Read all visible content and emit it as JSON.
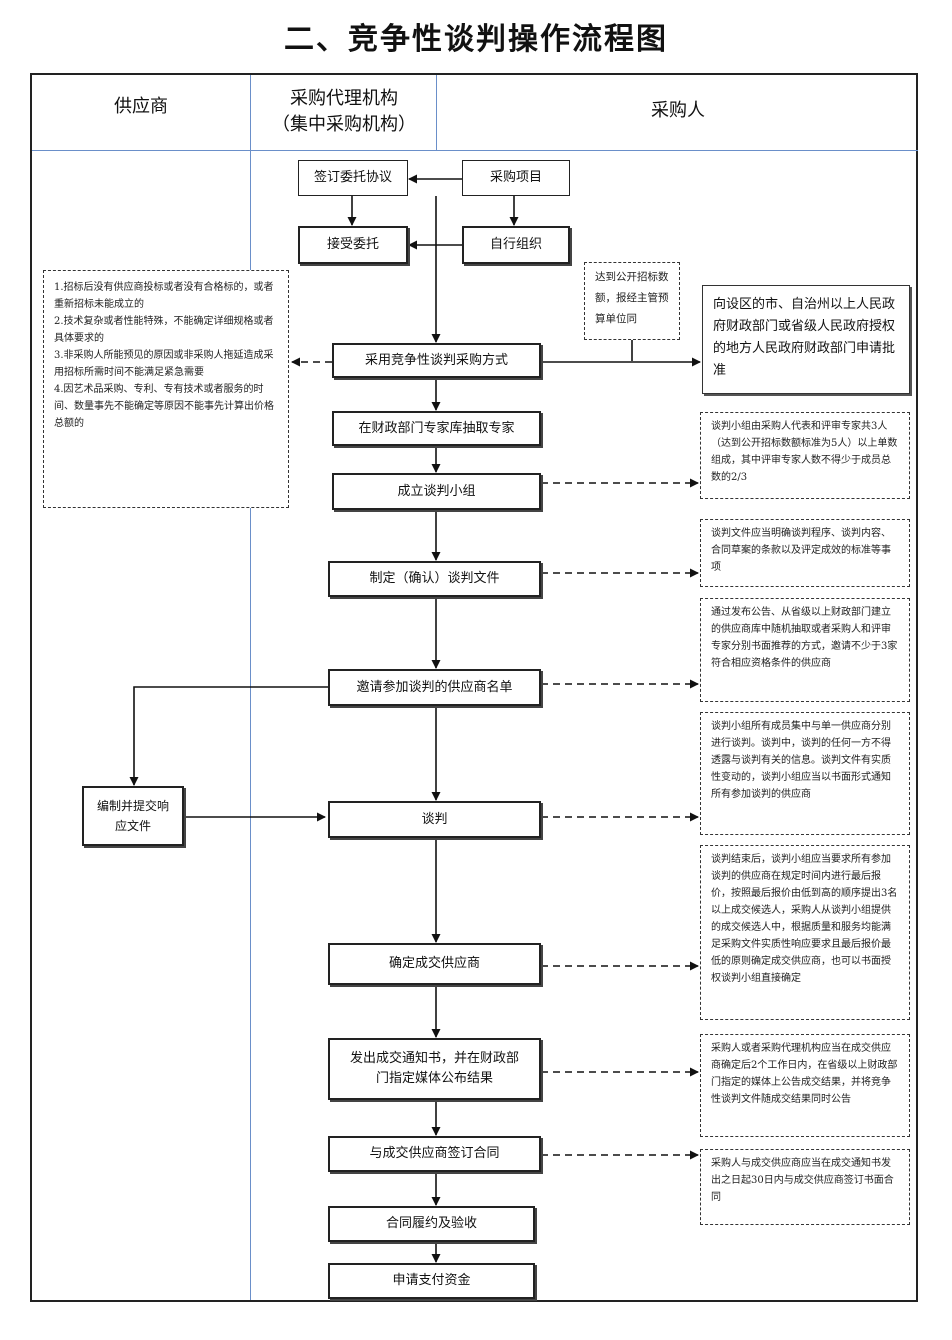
{
  "title": "二、竞争性谈判操作流程图",
  "lanes": {
    "supplier": "供应商",
    "agency_line1": "采购代理机构",
    "agency_line2": "（集中采购机构）",
    "purchaser": "采购人"
  },
  "steps": {
    "sign_agreement": "签订委托协议",
    "purchase_project": "采购项目",
    "accept_commission": "接受委托",
    "self_organize": "自行组织",
    "adopt_method": "采用竞争性谈判采购方式",
    "draw_experts": "在财政部门专家库抽取专家",
    "form_team": "成立谈判小组",
    "prepare_docs": "制定（确认）谈判文件",
    "invite_list": "邀请参加谈判的供应商名单",
    "negotiate": "谈判",
    "determine_supplier": "确定成交供应商",
    "issue_notice": "发出成交通知书，并在财政部门指定媒体公布结果",
    "sign_contract": "与成交供应商签订合同",
    "perform_accept": "合同履约及验收",
    "apply_payment": "申请支付资金",
    "submit_response": "编制并提交响应文件"
  },
  "notes": {
    "conditions": [
      "1.招标后没有供应商投标或者没有合格标的，或者重新招标未能成立的",
      "2.技术复杂或者性能特殊，不能确定详细规格或者具体要求的",
      "3.非采购人所能预见的原因或非采购人拖延造成采用招标所需时间不能满足紧急需要",
      "4.因艺术品采购、专利、专有技术或者服务的时间、数量事先不能确定等原因不能事先计算出价格总额的"
    ],
    "threshold": "达到公开招标数额，报经主管预算单位同",
    "approval": "向设区的市、自治州以上人民政府财政部门或省级人民政府授权的地方人民政府财政部门申请批准",
    "team_composition": "谈判小组由采购人代表和评审专家共3人（达到公开招标数额标准为5人）以上单数组成，其中评审专家人数不得少于成员总数的2/3",
    "doc_content": "谈判文件应当明确谈判程序、谈判内容、合同草案的条款以及评定成效的标准等事项",
    "invite_method": "通过发布公告、从省级以上财政部门建立的供应商库中随机抽取或者采购人和评审专家分别书面推荐的方式，邀请不少于3家符合相应资格条件的供应商",
    "negotiation_rule": "谈判小组所有成员集中与单一供应商分别进行谈判。谈判中，谈判的任何一方不得透露与谈判有关的信息。谈判文件有实质性变动的，谈判小组应当以书面形式通知所有参加谈判的供应商",
    "determination_rule": "谈判结束后，谈判小组应当要求所有参加谈判的供应商在规定时间内进行最后报价，按照最后报价由低到高的顺序提出3名以上成交候选人，采购人从谈判小组提供的成交候选人中，根据质量和服务均能满足采购文件实质性响应要求且最后报价最低的原则确定成交供应商，也可以书面授权谈判小组直接确定",
    "notice_rule": "采购人或者采购代理机构应当在成交供应商确定后2个工作日内，在省级以上财政部门指定的媒体上公告成交结果，并将竞争性谈判文件随成交结果同时公告",
    "contract_rule": "采购人与成交供应商应当在成交通知书发出之日起30日内与成交供应商签订书面合同"
  }
}
